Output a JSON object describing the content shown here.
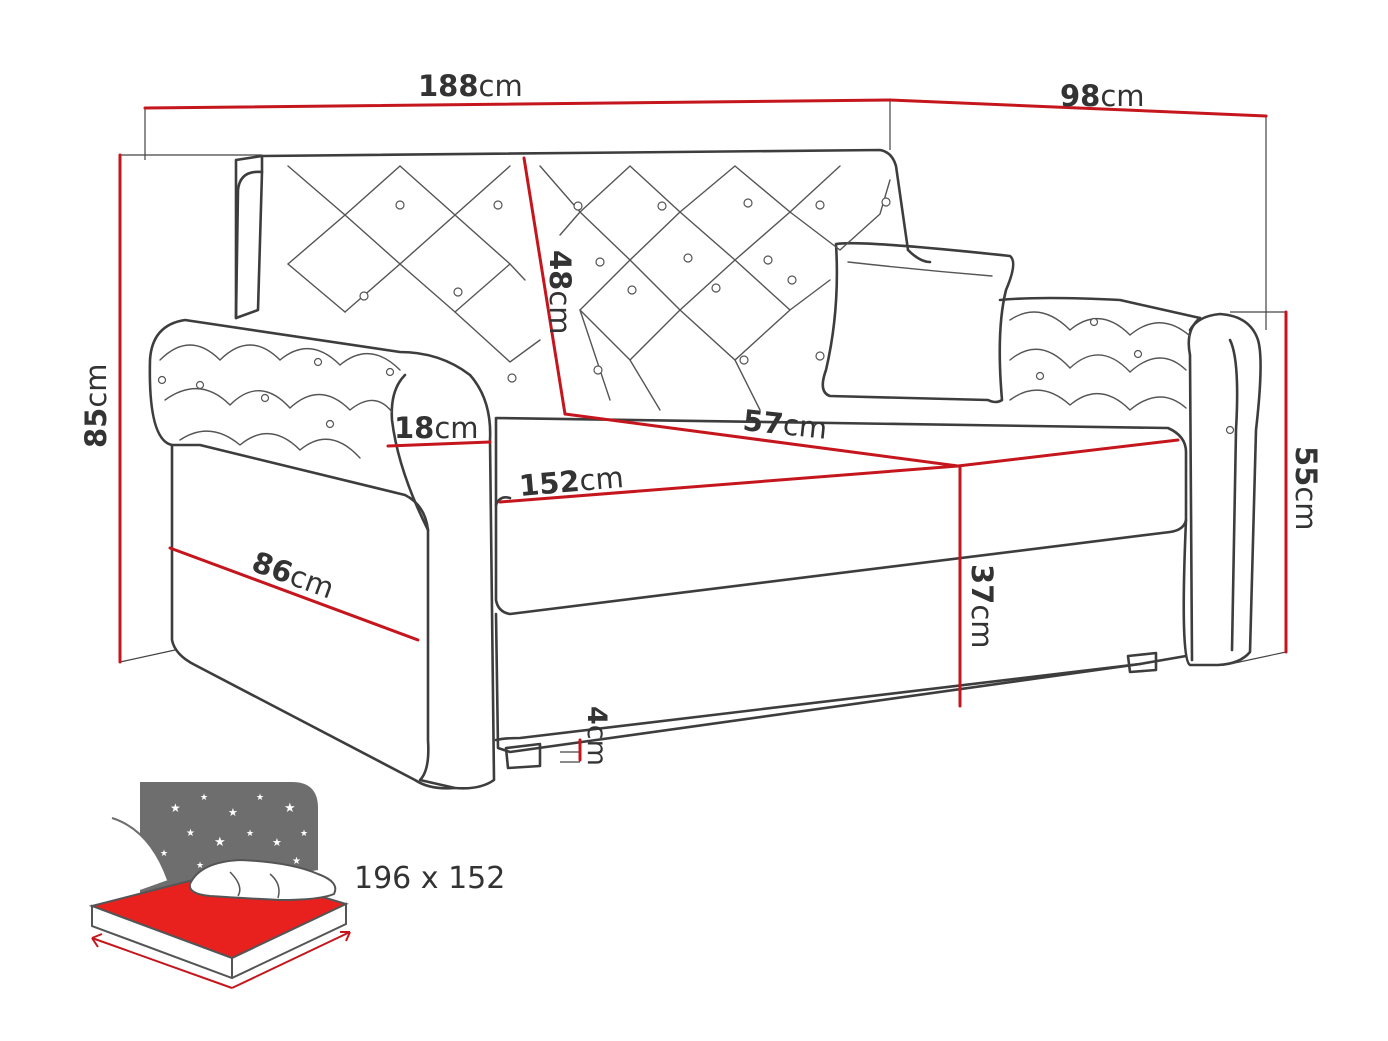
{
  "dimensions": {
    "width_total": {
      "value": "188",
      "unit": "cm"
    },
    "depth_total": {
      "value": "98",
      "unit": "cm"
    },
    "height_total": {
      "value": "85",
      "unit": "cm"
    },
    "backrest": {
      "value": "48",
      "unit": "cm"
    },
    "armrest_width": {
      "value": "18",
      "unit": "cm"
    },
    "seat_depth": {
      "value": "57",
      "unit": "cm"
    },
    "seat_width": {
      "value": "152",
      "unit": "cm"
    },
    "arm_depth": {
      "value": "86",
      "unit": "cm"
    },
    "seat_height": {
      "value": "37",
      "unit": "cm"
    },
    "arm_height": {
      "value": "55",
      "unit": "cm"
    },
    "leg_height": {
      "value": "4",
      "unit": "cm"
    }
  },
  "sleeping_area": {
    "label": "196 x 152"
  },
  "colors": {
    "dimension_line": "#c5161d",
    "outline": "#3d3d3d",
    "mattress": "#e8211f",
    "night_sky": "#6e6e6e"
  },
  "icons": [
    "sofa-outline",
    "bed-icon",
    "stars-icon",
    "pillow-icon",
    "moon-icon"
  ]
}
